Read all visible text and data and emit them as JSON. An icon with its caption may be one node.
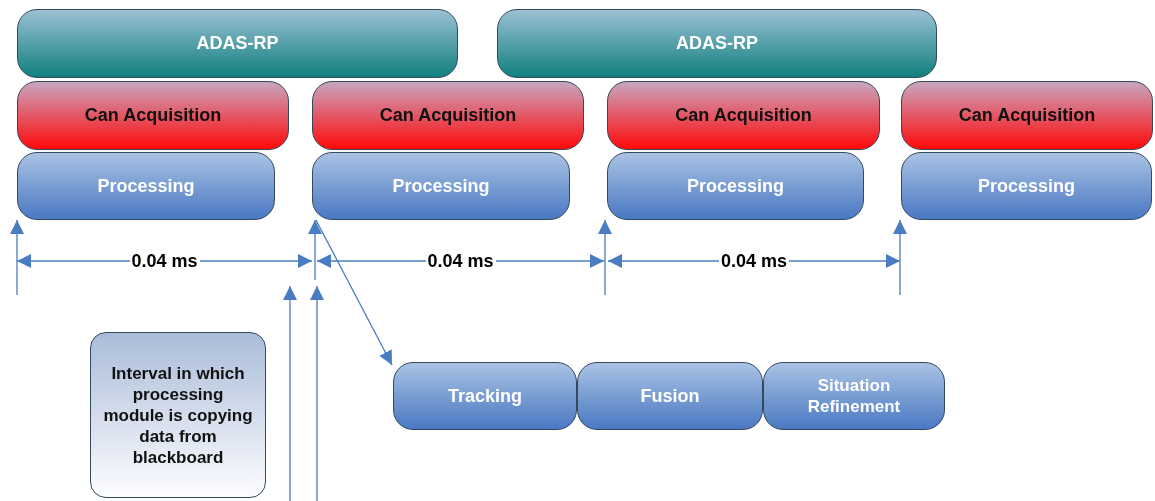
{
  "diagram": {
    "nodes": [
      {
        "text": [
          "ADAS-RP"
        ]
      },
      {
        "text": [
          "ADAS-RP"
        ]
      },
      {
        "text": [
          "Can Acquisition"
        ]
      },
      {
        "text": [
          "Can Acquisition"
        ]
      },
      {
        "text": [
          "Can Acquisition"
        ]
      },
      {
        "text": [
          "Can Acquisition"
        ]
      },
      {
        "text": [
          "Processing"
        ]
      },
      {
        "text": [
          "Processing"
        ]
      },
      {
        "text": [
          "Processing"
        ]
      },
      {
        "text": [
          "Processing"
        ]
      },
      {
        "text": [
          "Interval in which processing module is copying data from blackboard"
        ]
      },
      {
        "text": [
          "Tracking"
        ]
      },
      {
        "text": [
          "Fusion"
        ]
      },
      {
        "text": [
          "Situation Refinement"
        ]
      }
    ],
    "edges": [
      {
        "from": null,
        "to": 6,
        "arrow": "to"
      },
      {
        "from": null,
        "to": 7,
        "arrow": "to"
      },
      {
        "from": null,
        "to": 8,
        "arrow": "to"
      },
      {
        "from": null,
        "to": 9,
        "arrow": "to"
      },
      {
        "from": 7,
        "to": 11,
        "arrow": "to"
      }
    ],
    "labels": [
      "0.04 ms",
      "0.04 ms",
      "0.04 ms"
    ]
  }
}
